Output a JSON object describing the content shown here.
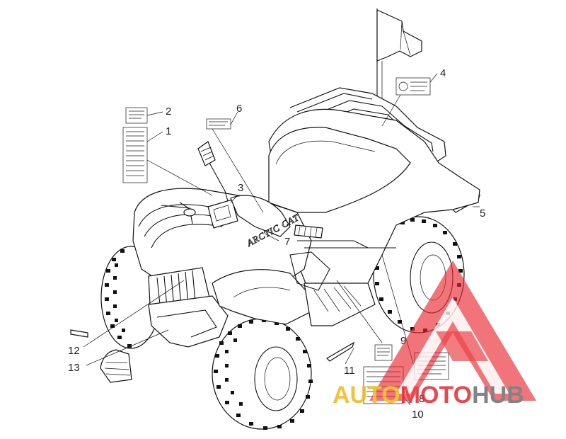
{
  "diagram": {
    "callouts": [
      {
        "id": "c1",
        "text": "1"
      },
      {
        "id": "c2",
        "text": "2"
      },
      {
        "id": "c3",
        "text": "3"
      },
      {
        "id": "c4",
        "text": "4"
      },
      {
        "id": "c5",
        "text": "5"
      },
      {
        "id": "c6",
        "text": "6"
      },
      {
        "id": "c7",
        "text": "7"
      },
      {
        "id": "c8",
        "text": "8"
      },
      {
        "id": "c9",
        "text": "9"
      },
      {
        "id": "c10",
        "text": "10"
      },
      {
        "id": "c11",
        "text": "11"
      },
      {
        "id": "c12",
        "text": "12"
      },
      {
        "id": "c13",
        "text": "13"
      }
    ],
    "fender_brand": "ARCTIC CAT"
  },
  "watermark": {
    "text_auto": "AUTO",
    "text_moto": "MOTO",
    "text_hub": "HUB",
    "color_red": "#e8262d",
    "color_yellow": "#f2b818",
    "color_gray": "#6d6e71"
  }
}
